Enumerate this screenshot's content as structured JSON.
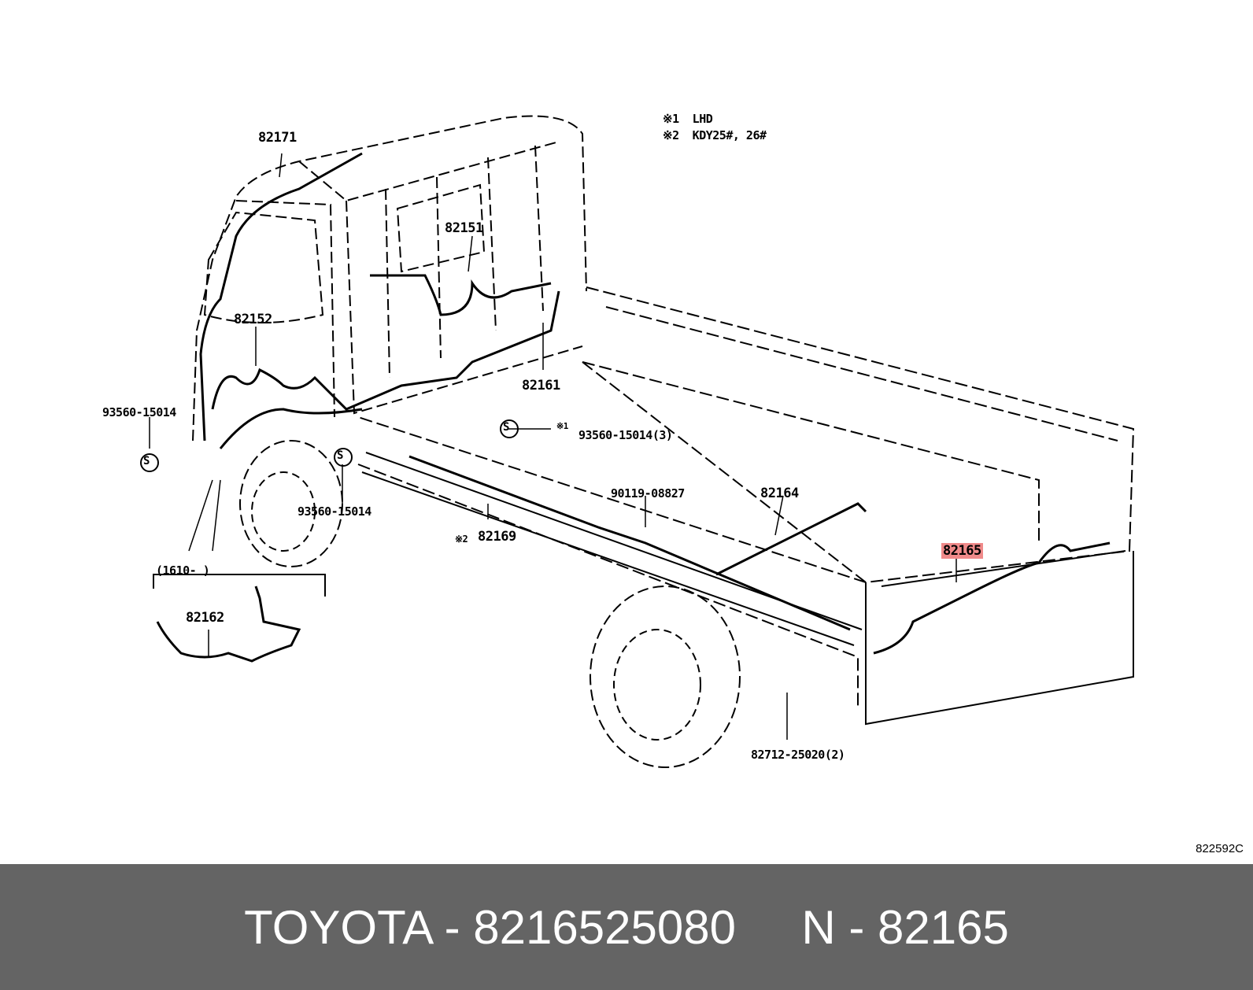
{
  "notes": [
    {
      "mark": "※1",
      "text": "LHD"
    },
    {
      "mark": "※2",
      "text": "KDY25#, 26#"
    }
  ],
  "callouts": {
    "p82171": "82171",
    "p82151": "82151",
    "p82152": "82152",
    "p82161": "82161",
    "p93560_left": "93560-15014",
    "p93560_star1": "93560-15014(3)",
    "p93560_lower": "93560-15014",
    "p90119": "90119-08827",
    "p82164": "82164",
    "p82169": "82169",
    "p82165": "82165",
    "p82162": "82162",
    "p82712": "82712-25020(2)",
    "range": "(1610-      )",
    "star1": "※1",
    "star2": "※2",
    "clamp_symbol": "S"
  },
  "highlighted_part": "82165",
  "diagram_code": "822592C",
  "footer": {
    "text": "TOYOTA - 8216525080     N - 82165"
  },
  "colors": {
    "highlight": "#f08a8a",
    "footer_bg": "#646464"
  }
}
